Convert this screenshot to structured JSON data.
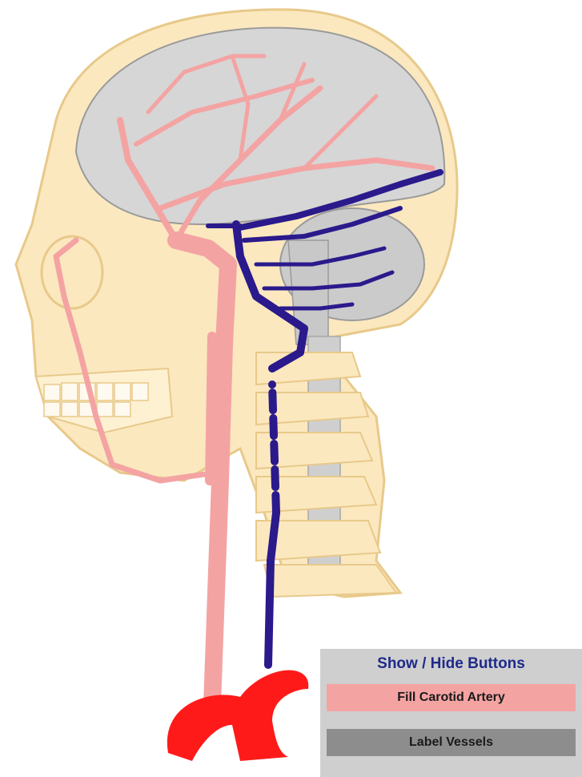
{
  "panel": {
    "title": "Show / Hide Buttons",
    "buttons": [
      {
        "label": "Fill Carotid Artery",
        "color": "#f4a3a3"
      },
      {
        "label": "Label Vessels",
        "color": "#8d8d8d"
      }
    ]
  },
  "colors": {
    "skull": "#fbe8bf",
    "skull_outline": "#e8c98a",
    "brain": "#d6d6d6",
    "artery": "#f4a3a3",
    "vein": "#2a1a8c",
    "aortic_arch": "#ff1a1a",
    "panel_title": "#1f2a8a"
  }
}
